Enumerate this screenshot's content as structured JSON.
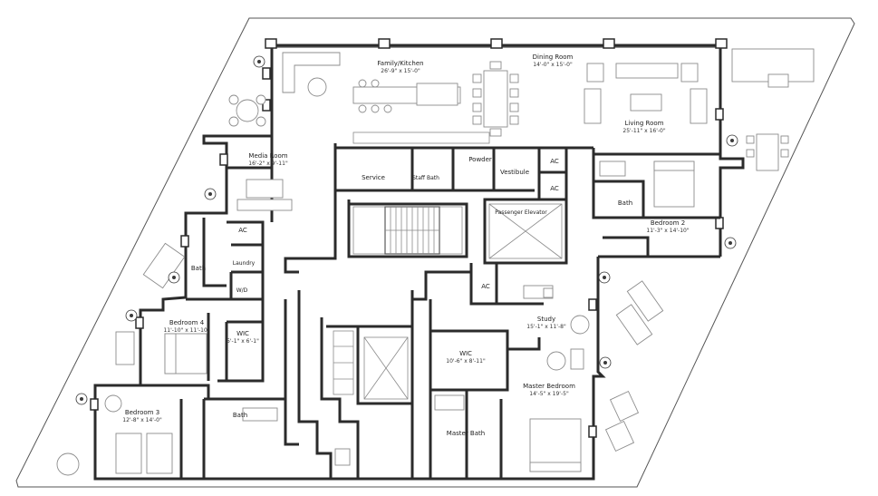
{
  "rooms": {
    "family_kitchen": {
      "name": "Family/Kitchen",
      "dims": "26'-9\" x 15'-0\""
    },
    "dining_room": {
      "name": "Dining Room",
      "dims": "14'-0\" x 15'-0\""
    },
    "living_room": {
      "name": "Living Room",
      "dims": "25'-11\" x 16'-0\""
    },
    "media_room": {
      "name": "Media  Room",
      "dims": "16'-2\" x 9'-11\""
    },
    "service": {
      "name": "Service"
    },
    "staff_bath": {
      "name": "Staff Bath"
    },
    "powder": {
      "name": "Powder"
    },
    "vestibule": {
      "name": "Vestibule"
    },
    "ac_1": {
      "name": "AC"
    },
    "ac_2": {
      "name": "AC"
    },
    "ac_3": {
      "name": "AC"
    },
    "ac_4": {
      "name": "AC"
    },
    "passenger_elevator": {
      "name": "Passenger Elevator"
    },
    "bath_bed2": {
      "name": "Bath"
    },
    "bedroom_2": {
      "name": "Bedroom 2",
      "dims": "11'-3\" x 14'-10\""
    },
    "bath_left": {
      "name": "Bath"
    },
    "laundry": {
      "name": "Laundry"
    },
    "wd": {
      "name": "W/D"
    },
    "bedroom_4": {
      "name": "Bedroom 4",
      "dims": "11'-10\" x 11'-10\""
    },
    "wic_small": {
      "name": "WIC",
      "dims": "5'-1\" x 6'-1\""
    },
    "bedroom_3": {
      "name": "Bedroom 3",
      "dims": "12'-8\" x 14'-0\""
    },
    "bath_bed3": {
      "name": "Bath"
    },
    "study": {
      "name": "Study",
      "dims": "15'-1\" x 11'-8\""
    },
    "wic_master": {
      "name": "WIC",
      "dims": "10'-6\" x 8'-11\""
    },
    "master_bedroom": {
      "name": "Master Bedroom",
      "dims": "14'-5\" x 19'-5\""
    },
    "master_bath": {
      "name": "Master Bath"
    }
  }
}
